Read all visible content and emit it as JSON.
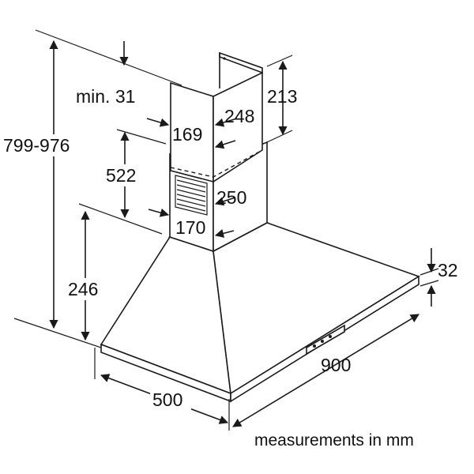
{
  "dimensions": {
    "total_height": "799-976",
    "min_offset": "min. 31",
    "upper_chimney_depth": "169",
    "upper_chimney_width": "248",
    "upper_chimney_height": "213",
    "lower_chimney_height": "522",
    "lower_chimney_width": "250",
    "lower_chimney_depth": "170",
    "canopy_height": "246",
    "edge_thickness": "32",
    "hood_width": "900",
    "hood_depth": "500"
  },
  "caption": "measurements in mm"
}
